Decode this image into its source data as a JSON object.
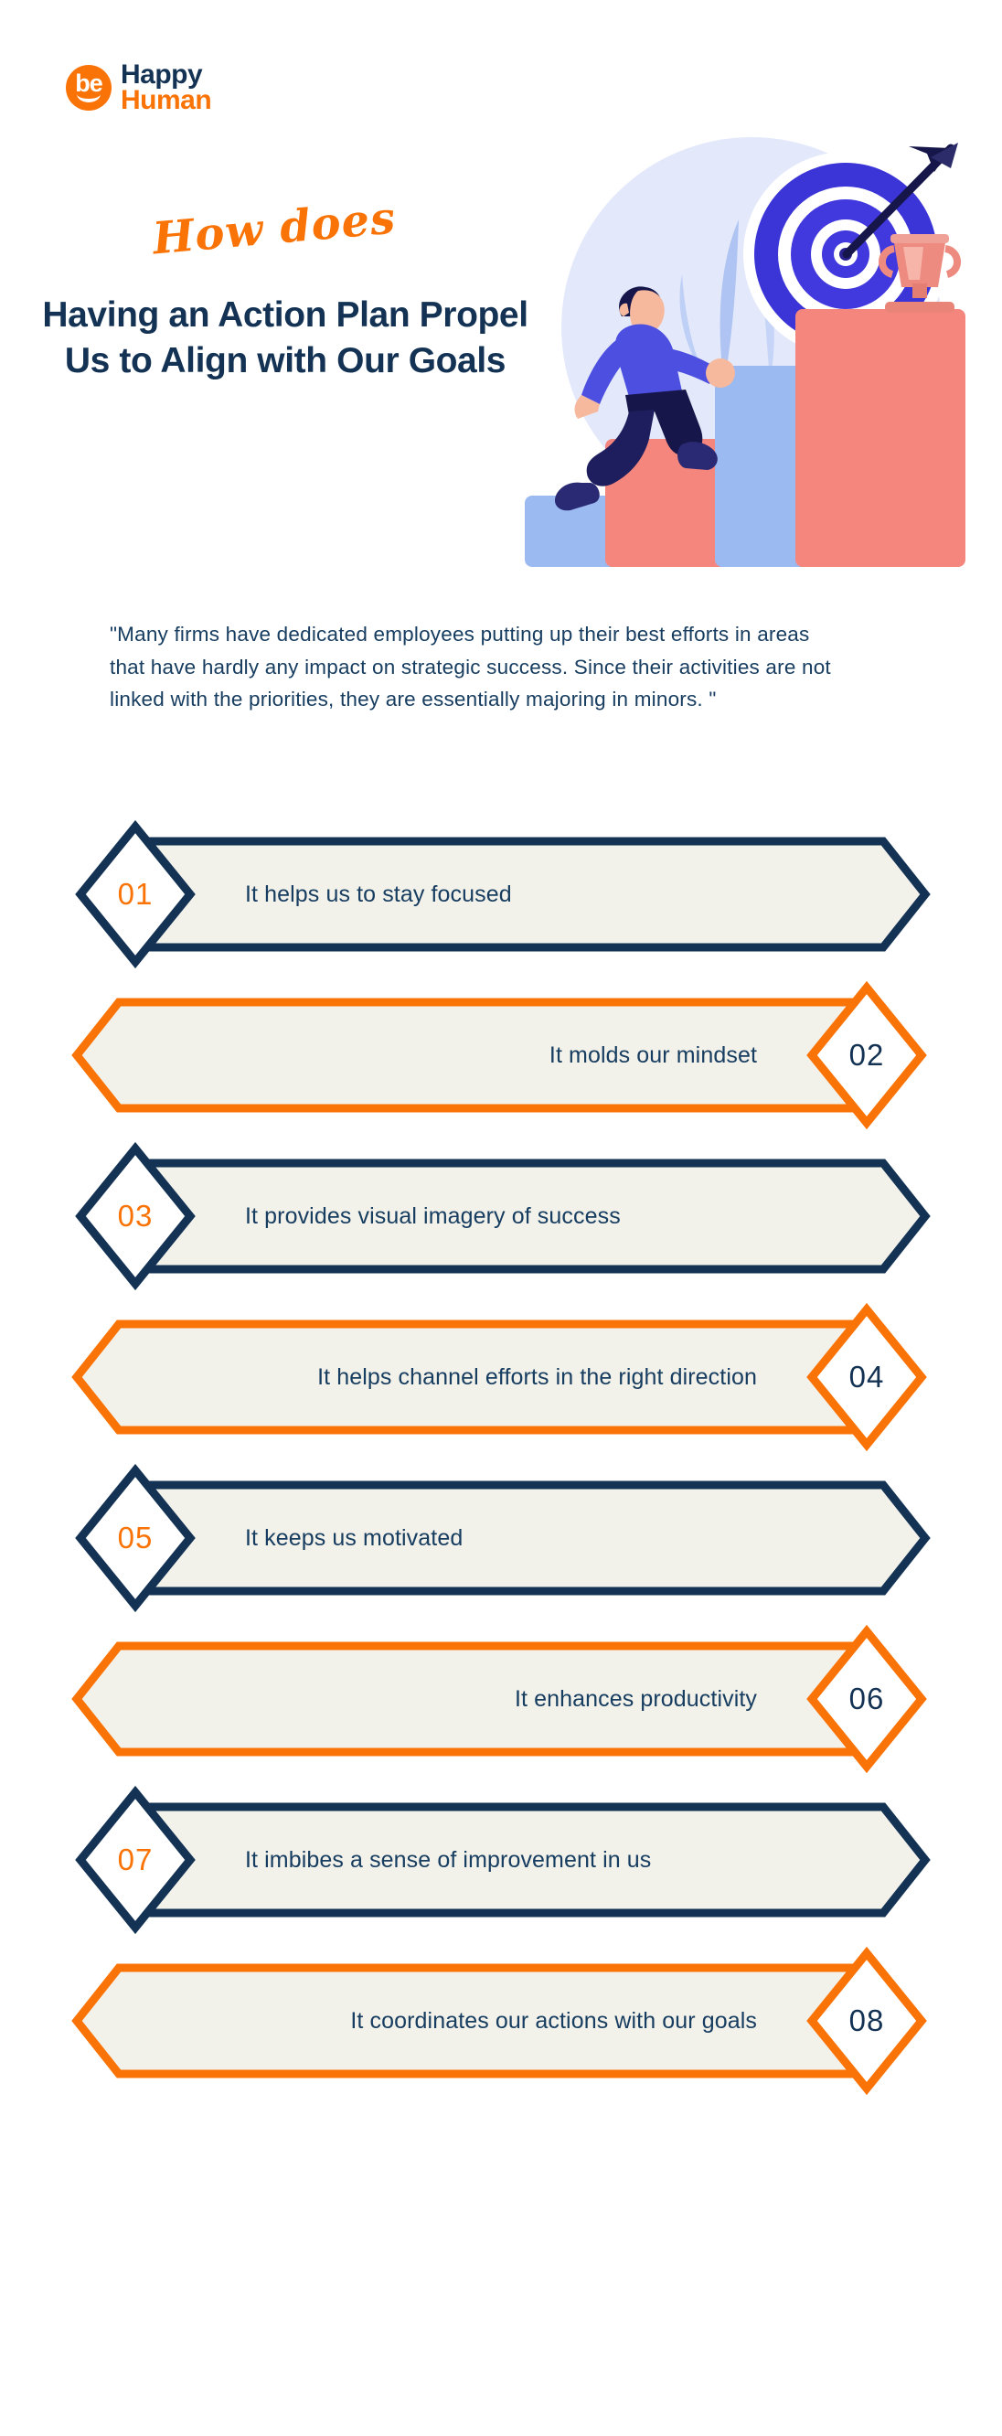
{
  "brand": {
    "mark_text": "be",
    "line1": "Happy",
    "line2": "Human",
    "orange": "#F97306",
    "navy": "#143354"
  },
  "header": {
    "script_title": "How does",
    "headline": "Having an Action Plan Propel Us to Align with Our Goals"
  },
  "quote": {
    "text": "\"Many firms have dedicated employees putting up their best efforts in areas that have hardly any impact on strategic success. Since their activities are not linked with the priorities, they are essentially majoring in minors. \""
  },
  "illustration": {
    "name": "man-climbing-steps-to-target-and-trophy",
    "colors": {
      "circle_bg": "#E3E9FA",
      "leaf": "#A8BEF0",
      "target_blue": "#3B34D6",
      "step_blue": "#9CBAF2",
      "step_coral": "#F4867E",
      "trophy": "#EE8B80",
      "shirt": "#4C4FE0",
      "pants": "#16164A",
      "skin": "#F6B99E"
    }
  },
  "banners": [
    {
      "number": "01",
      "label": "It helps us to stay focused",
      "side": "left",
      "color": "#143354",
      "fill": "#F2F1EA",
      "num_color": "#F97306"
    },
    {
      "number": "02",
      "label": "It molds our mindset",
      "side": "right",
      "color": "#F97306",
      "fill": "#F2F1EA",
      "num_color": "#143354"
    },
    {
      "number": "03",
      "label": "It provides visual imagery of success",
      "side": "left",
      "color": "#143354",
      "fill": "#F2F1EA",
      "num_color": "#F97306"
    },
    {
      "number": "04",
      "label": "It helps channel efforts in the right direction",
      "side": "right",
      "color": "#F97306",
      "fill": "#F2F1EA",
      "num_color": "#143354"
    },
    {
      "number": "05",
      "label": "It keeps us motivated",
      "side": "left",
      "color": "#143354",
      "fill": "#F2F1EA",
      "num_color": "#F97306"
    },
    {
      "number": "06",
      "label": "It enhances productivity",
      "side": "right",
      "color": "#F97306",
      "fill": "#F2F1EA",
      "num_color": "#143354"
    },
    {
      "number": "07",
      "label": "It imbibes a sense of improvement in us",
      "side": "left",
      "color": "#143354",
      "fill": "#F2F1EA",
      "num_color": "#F97306"
    },
    {
      "number": "08",
      "label": "It coordinates our actions with our goals",
      "side": "right",
      "color": "#F97306",
      "fill": "#F2F1EA",
      "num_color": "#143354"
    }
  ]
}
